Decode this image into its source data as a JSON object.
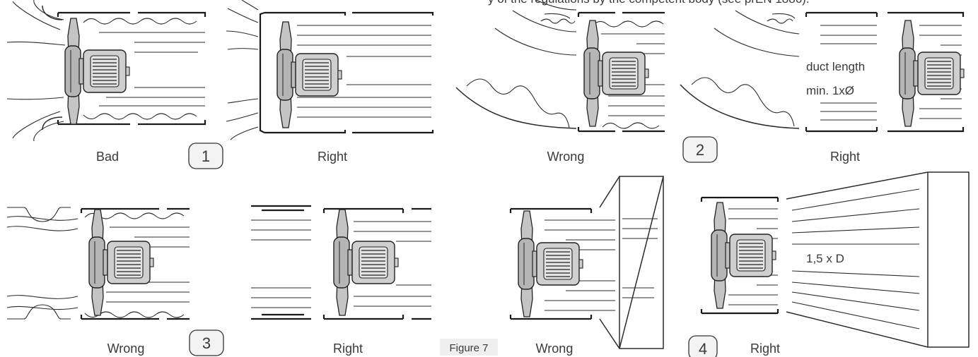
{
  "header": {
    "text": "y of the regulations by the competent body (see prEN 1886)."
  },
  "figure": {
    "label": "Figure 7",
    "groups": [
      {
        "number": "1",
        "panels": [
          {
            "caption": "Bad"
          },
          {
            "caption": "Right"
          }
        ]
      },
      {
        "number": "2",
        "panels": [
          {
            "caption": "Wrong"
          },
          {
            "caption": "Right"
          }
        ],
        "note_line1": "duct length",
        "note_line2": "min. 1xØ"
      },
      {
        "number": "3",
        "panels": [
          {
            "caption": "Wrong"
          },
          {
            "caption": "Right"
          }
        ]
      },
      {
        "number": "4",
        "panels": [
          {
            "caption": "Wrong"
          },
          {
            "caption": "Right"
          }
        ],
        "note": "1,5 x D"
      }
    ]
  },
  "icons": {
    "fan_motor": "axial-fan-motor-icon"
  },
  "colors": {
    "line": "#2b2b2b",
    "fan_fill": "#b9b9b9",
    "motor_fill": "#d0d0d0",
    "badge_fill": "#f3f3f3"
  }
}
